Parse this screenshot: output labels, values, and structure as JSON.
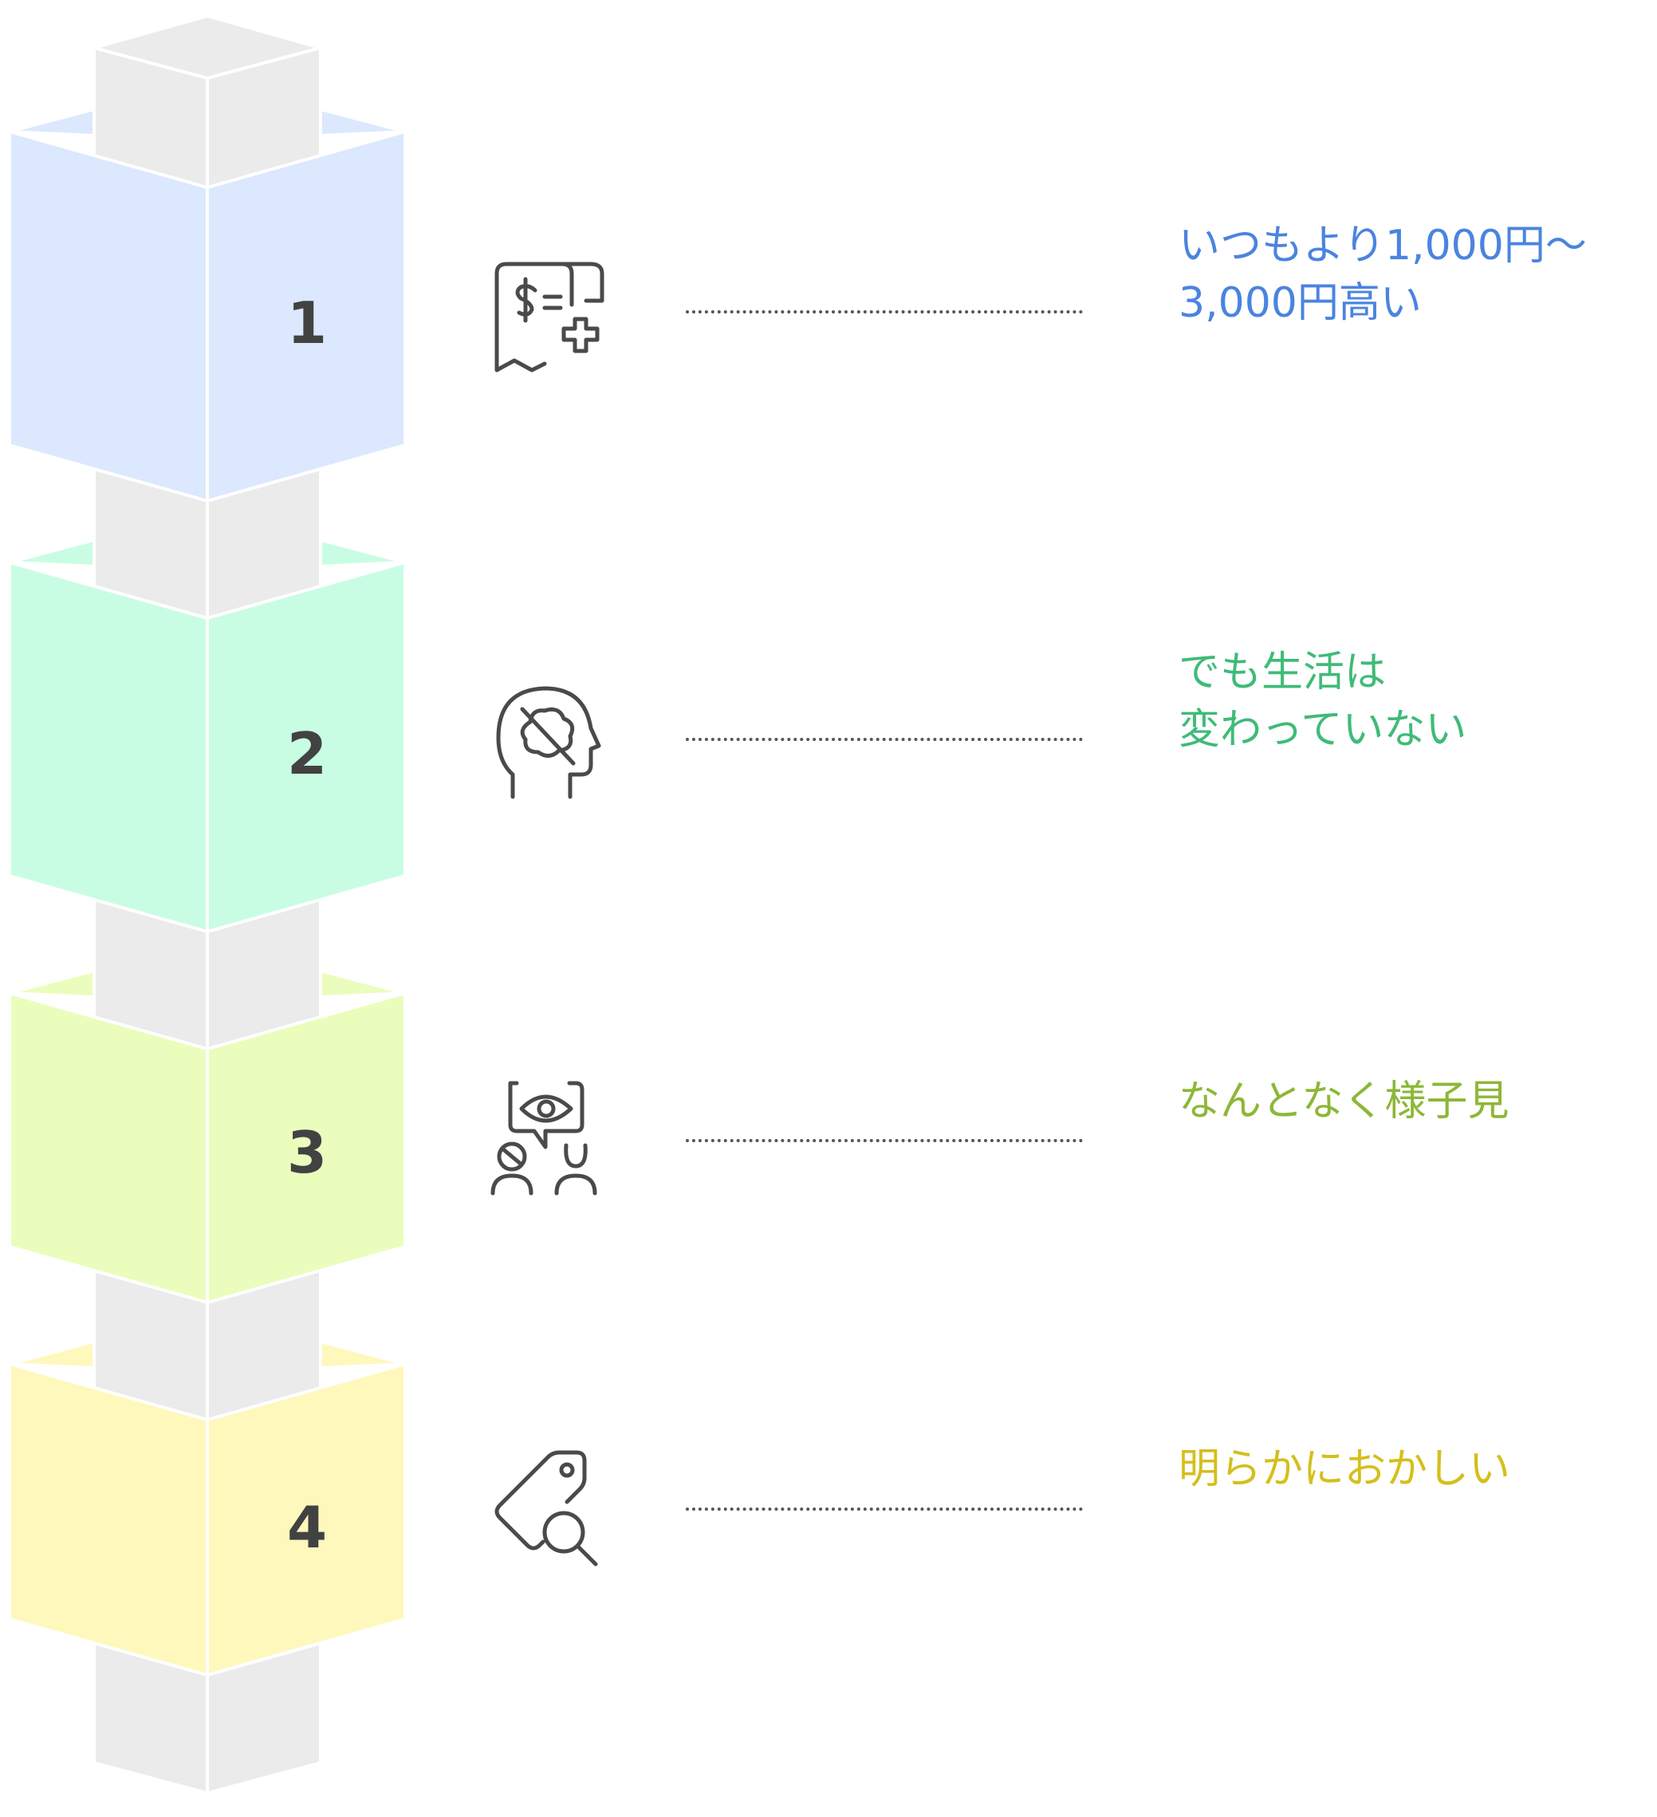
{
  "colors": {
    "column": "#ebebeb",
    "edge": "#ffffff",
    "number": "#424242",
    "icon": "#4a4a4a",
    "connector": "#555555"
  },
  "steps": [
    {
      "number": "1",
      "icon": "receipt-dollar-plus-icon",
      "fill": "#dbe8fe",
      "text_color": "#4a84e0",
      "lines": [
        "いつもより1,000円〜",
        "3,000円高い"
      ]
    },
    {
      "number": "2",
      "icon": "head-brain-crossed-icon",
      "fill": "#c8fde4",
      "text_color": "#3fbb78",
      "lines": [
        "でも生活は",
        "変わっていない"
      ]
    },
    {
      "number": "3",
      "icon": "people-eye-bubble-icon",
      "fill": "#ebfdbc",
      "text_color": "#8db737",
      "lines": [
        "なんとなく様子見"
      ]
    },
    {
      "number": "4",
      "icon": "price-tag-search-icon",
      "fill": "#fef8bc",
      "text_color": "#d4bf1c",
      "lines": [
        "明らかにおかしい"
      ]
    }
  ]
}
